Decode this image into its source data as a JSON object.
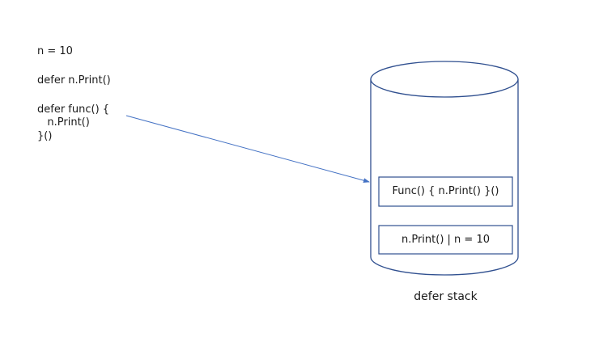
{
  "code": {
    "lines": [
      "n = 10",
      "defer n.Print()",
      "defer func() {",
      "   n.Print()",
      "}()"
    ]
  },
  "stack": {
    "caption": "defer stack",
    "items": [
      "Func() { n.Print() }()",
      "n.Print() | n = 10"
    ]
  },
  "colors": {
    "stroke": "#2f4f8f",
    "arrow": "#4472c4"
  }
}
